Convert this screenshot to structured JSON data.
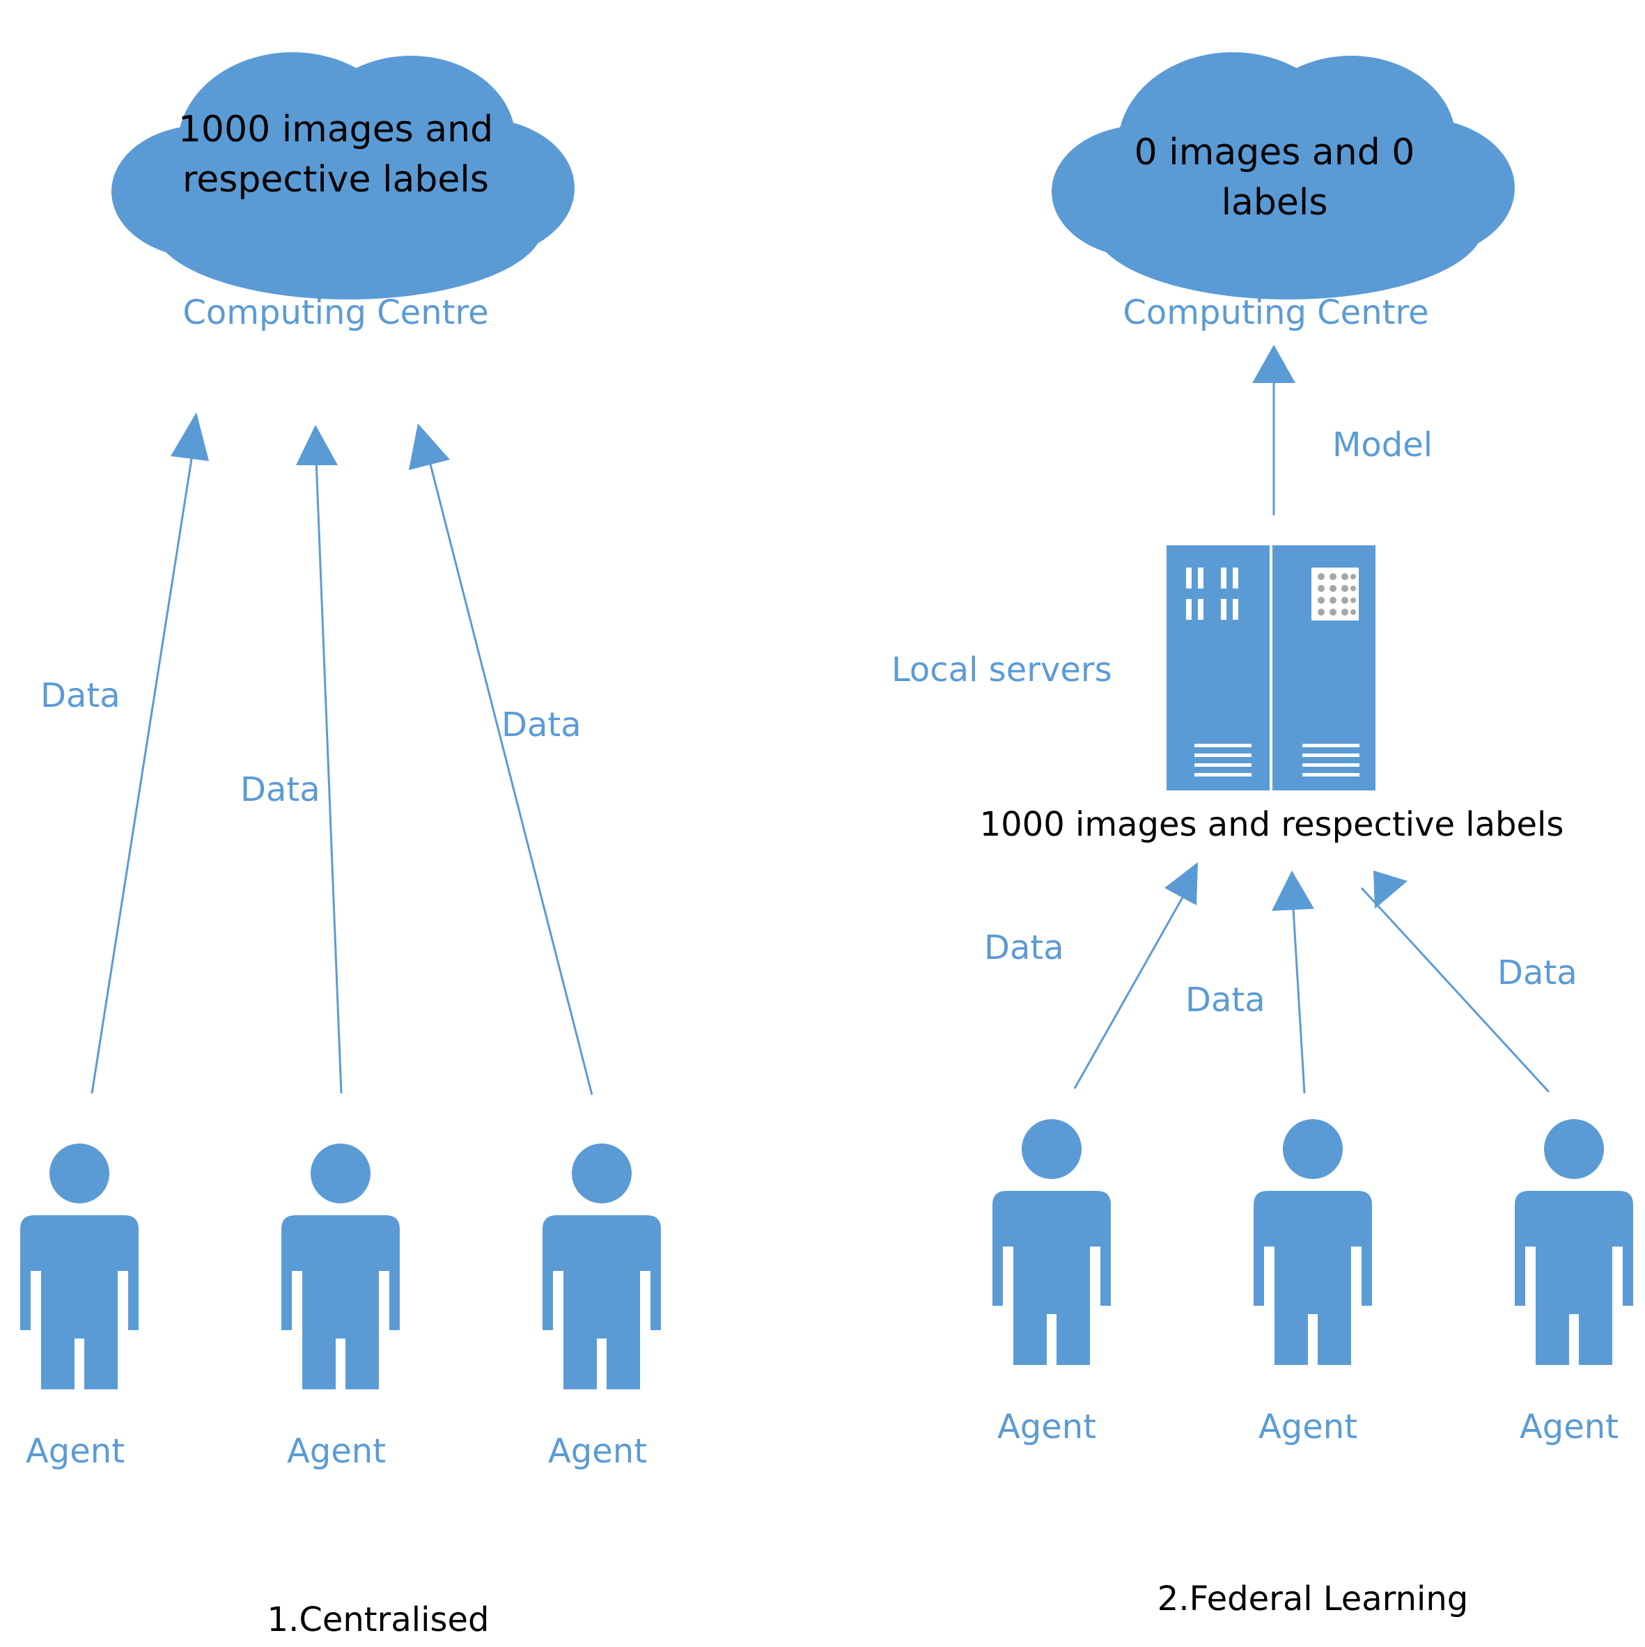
{
  "colors": {
    "accent": "#5b9bd5",
    "text_dark": "#000000"
  },
  "left_panel": {
    "cloud_line1": "1000 images and",
    "cloud_line2": "respective labels",
    "centre_label": "Computing Centre",
    "data_labels": [
      "Data",
      "Data",
      "Data"
    ],
    "agent_labels": [
      "Agent",
      "Agent",
      "Agent"
    ],
    "caption": "1.Centralised"
  },
  "right_panel": {
    "cloud_text": "0 images and 0 labels",
    "centre_label": "Computing Centre",
    "model_label": "Model",
    "servers_label": "Local servers",
    "servers_caption": "1000 images and respective labels",
    "data_labels": [
      "Data",
      "Data",
      "Data"
    ],
    "agent_labels": [
      "Agent",
      "Agent",
      "Agent"
    ],
    "caption": "2.Federal Learning"
  },
  "icons": [
    "cloud-icon",
    "server-icon",
    "person-icon"
  ]
}
